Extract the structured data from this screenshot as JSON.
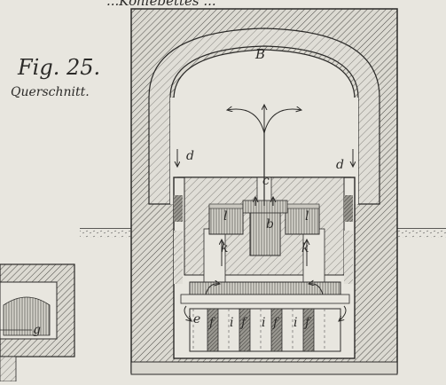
{
  "figure": {
    "header_fragment": "...Kohlebettes ...",
    "title": "Fig. 25.",
    "subtitle": "Querschnitt."
  },
  "labels": {
    "B": "B",
    "b": "b",
    "c": "c",
    "d_left": "d",
    "d_right": "d",
    "l_left": "l",
    "l_right": "l",
    "k_left": "k",
    "k_right": "k",
    "e": "e",
    "g": "g",
    "i1": "i",
    "i2": "i",
    "i3": "i",
    "f1": "f",
    "f2": "f",
    "f3": "f",
    "f4": "f"
  }
}
